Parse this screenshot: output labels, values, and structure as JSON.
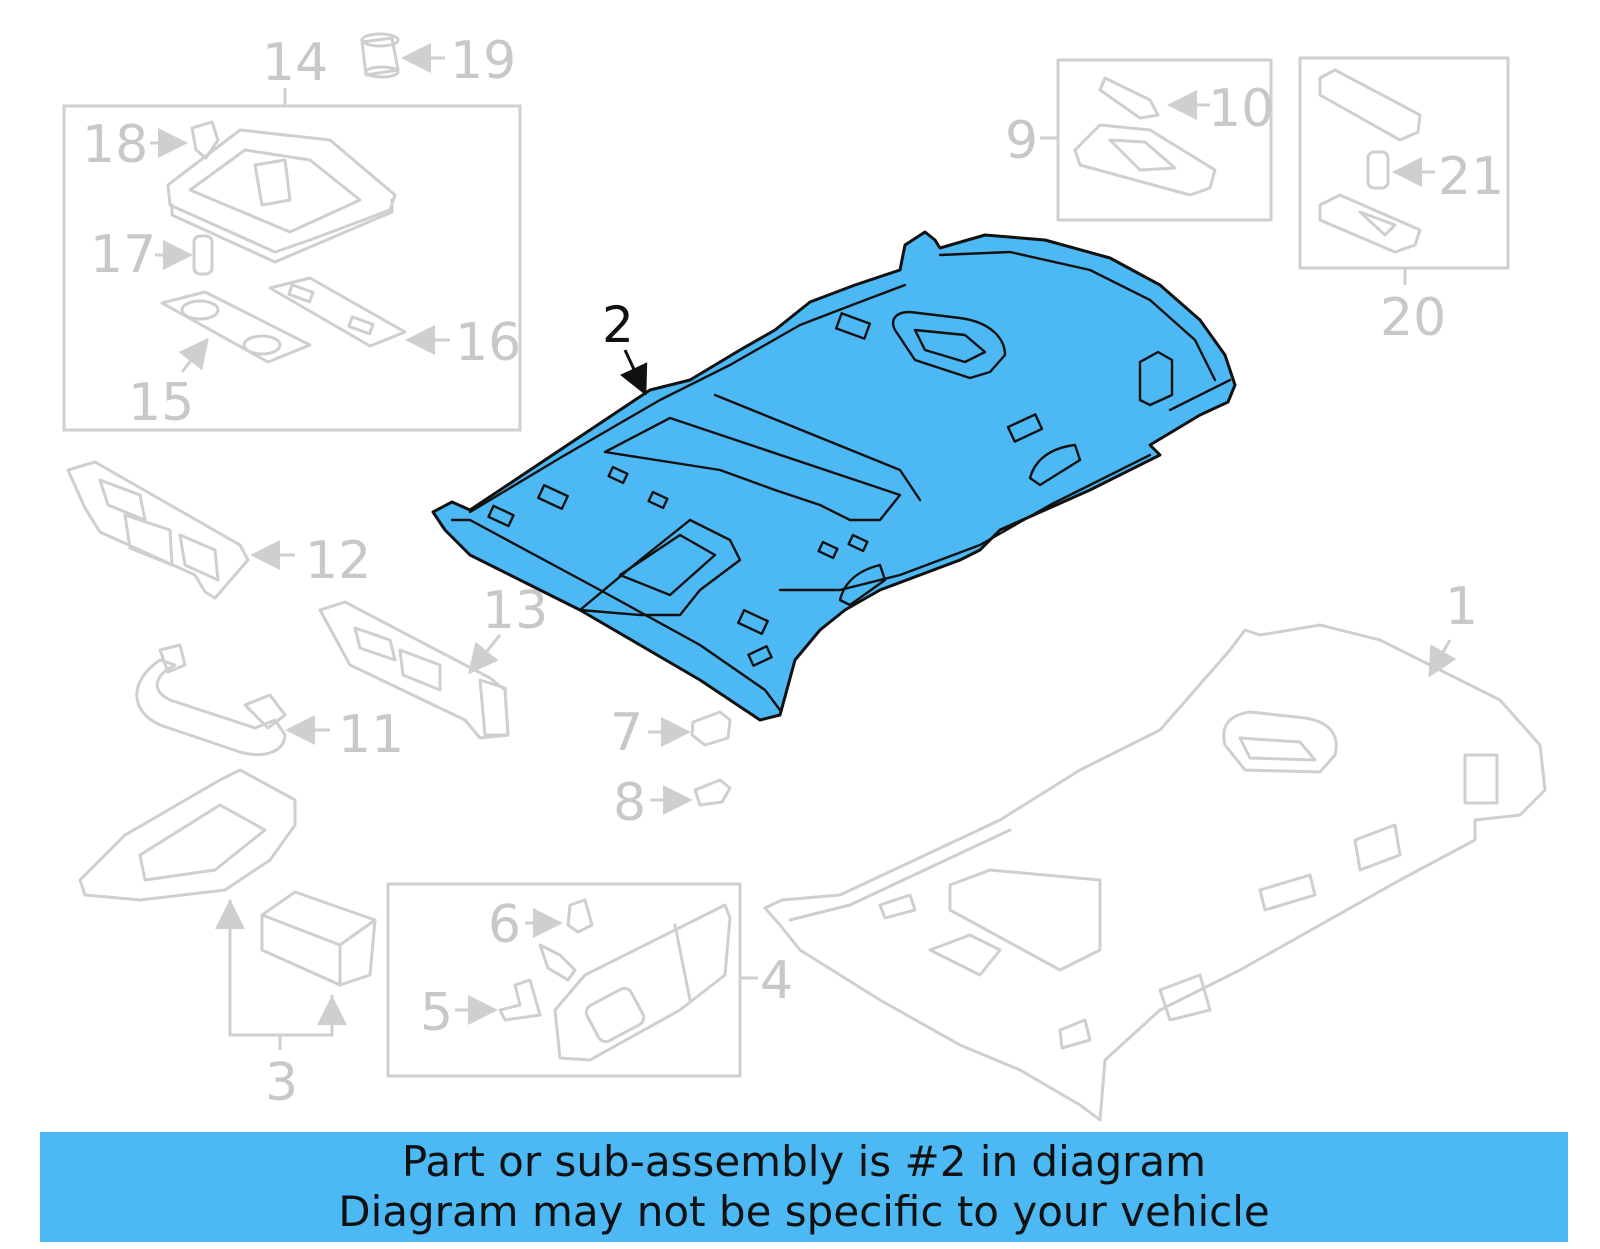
{
  "callouts": {
    "c1": "1",
    "c2": "2",
    "c3": "3",
    "c4": "4",
    "c5": "5",
    "c6": "6",
    "c7": "7",
    "c8": "8",
    "c9": "9",
    "c10": "10",
    "c11": "11",
    "c12": "12",
    "c13": "13",
    "c14": "14",
    "c15": "15",
    "c16": "16",
    "c17": "17",
    "c18": "18",
    "c19": "19",
    "c20": "20",
    "c21": "21"
  },
  "highlight_color": "#4cb9f4",
  "banner": {
    "line1": "Part or sub-assembly is #2 in diagram",
    "line2": "Diagram may not be specific to your vehicle"
  }
}
